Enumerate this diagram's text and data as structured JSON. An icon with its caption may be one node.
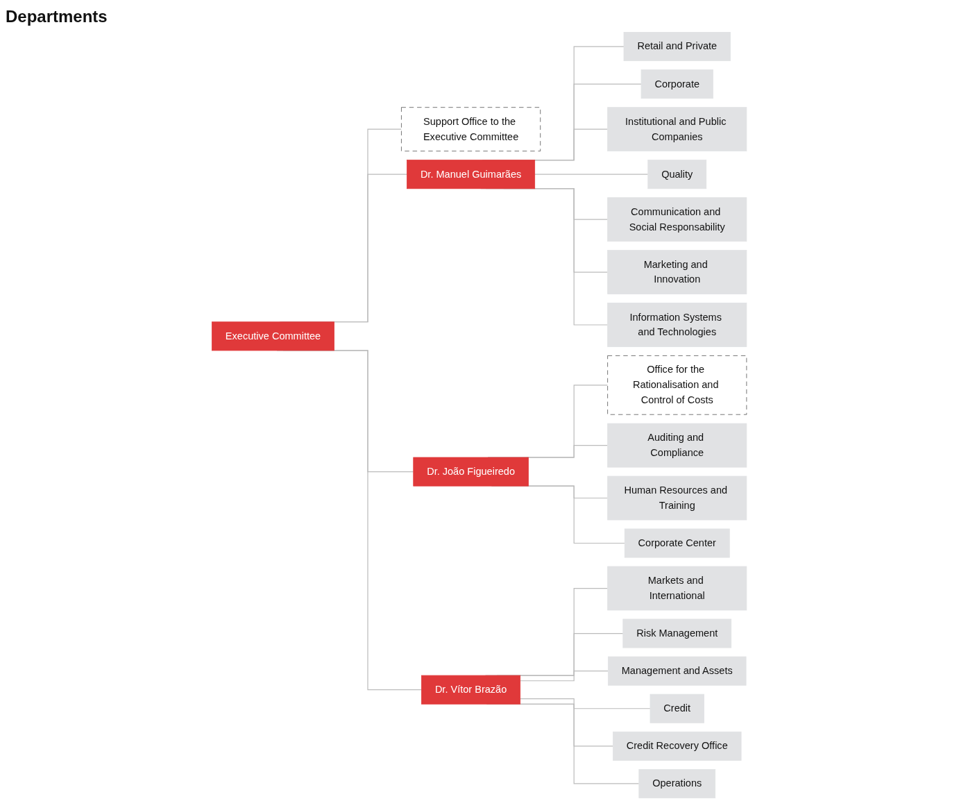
{
  "diagram": {
    "nodes": [
      {
        "text": [
          "Executive Committee"
        ]
      },
      {
        "text": [
          "Support Office to the Executive Committee"
        ]
      },
      {
        "text": [
          "Dr. Manuel Guimarães"
        ]
      },
      {
        "text": [
          "Dr. João Figueiredo"
        ]
      },
      {
        "text": [
          "Dr. Vítor Brazão"
        ]
      },
      {
        "text": [
          "Office for the Rationalisation and Control of Costs"
        ]
      },
      {
        "text": [
          "Retail and Private"
        ]
      },
      {
        "text": [
          "Corporate"
        ]
      },
      {
        "text": [
          "Institutional and Public Companies"
        ]
      },
      {
        "text": [
          "Quality"
        ]
      },
      {
        "text": [
          "Communication and Social Responsability"
        ]
      },
      {
        "text": [
          "Marketing and Innovation"
        ]
      },
      {
        "text": [
          "Information Systems and Technologies"
        ]
      },
      {
        "text": [
          "Auditing and Compliance"
        ]
      },
      {
        "text": [
          "Human Resources and Training"
        ]
      },
      {
        "text": [
          "Corporate Center"
        ]
      },
      {
        "text": [
          "Markets and International"
        ]
      },
      {
        "text": [
          "Risk Management"
        ]
      },
      {
        "text": [
          "Management and Assets"
        ]
      },
      {
        "text": [
          "Credit"
        ]
      },
      {
        "text": [
          "Credit Recovery Office"
        ]
      },
      {
        "text": [
          "Operations"
        ]
      }
    ],
    "edges": [
      {
        "from": 0,
        "to": 1,
        "arrow": "none"
      },
      {
        "from": 0,
        "to": 2,
        "arrow": "none"
      },
      {
        "from": 0,
        "to": 3,
        "arrow": "none"
      },
      {
        "from": 0,
        "to": 4,
        "arrow": "none"
      },
      {
        "from": 3,
        "to": 5,
        "arrow": "none"
      },
      {
        "from": 2,
        "to": 6,
        "arrow": "none"
      },
      {
        "from": 2,
        "to": 7,
        "arrow": "none"
      },
      {
        "from": 2,
        "to": 8,
        "arrow": "none"
      },
      {
        "from": 2,
        "to": 9,
        "arrow": "none"
      },
      {
        "from": 2,
        "to": 10,
        "arrow": "none"
      },
      {
        "from": 2,
        "to": 11,
        "arrow": "none"
      },
      {
        "from": 2,
        "to": 12,
        "arrow": "none"
      },
      {
        "from": 3,
        "to": 13,
        "arrow": "none"
      },
      {
        "from": 3,
        "to": 14,
        "arrow": "none"
      },
      {
        "from": 3,
        "to": 15,
        "arrow": "none"
      },
      {
        "from": 4,
        "to": 16,
        "arrow": "none"
      },
      {
        "from": 4,
        "to": 17,
        "arrow": "none"
      },
      {
        "from": 4,
        "to": 18,
        "arrow": "none"
      },
      {
        "from": 4,
        "to": 19,
        "arrow": "none"
      },
      {
        "from": 4,
        "to": 20,
        "arrow": "none"
      },
      {
        "from": 4,
        "to": 21,
        "arrow": "none"
      }
    ],
    "labels": [
      "Departments"
    ]
  }
}
